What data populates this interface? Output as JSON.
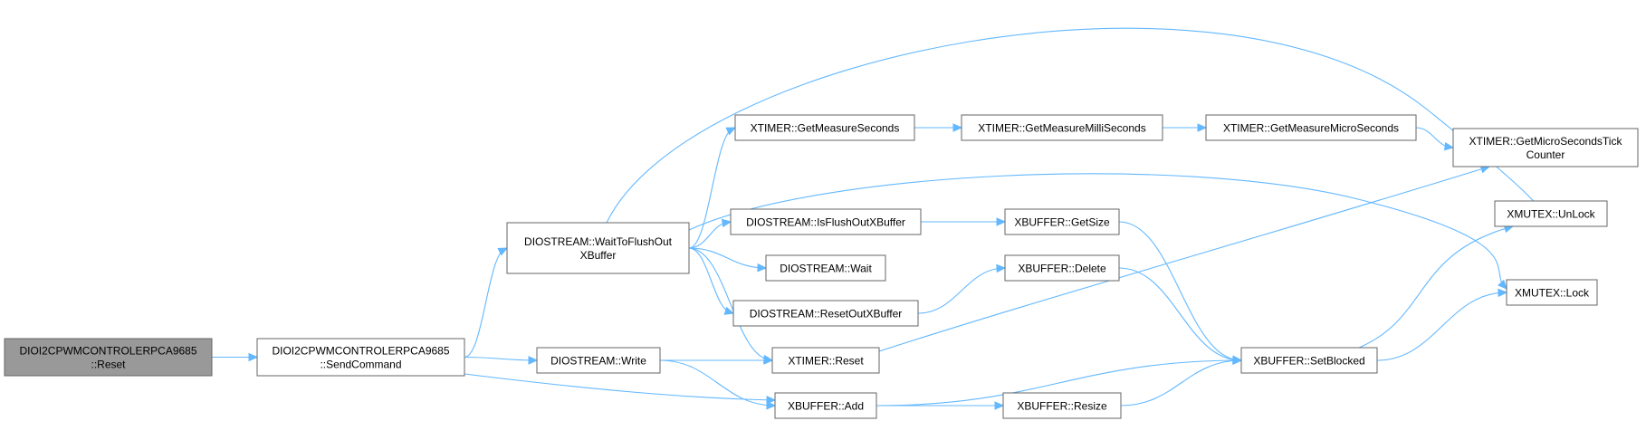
{
  "colors": {
    "edge": "#63b8ff",
    "root_fill": "#999999",
    "node_stroke": "#666666"
  },
  "nodes": {
    "reset_root": {
      "lines": [
        "DIOI2CPWMCONTROLERPCA9685",
        "::Reset"
      ],
      "root": true
    },
    "send_command": {
      "lines": [
        "DIOI2CPWMCONTROLERPCA9685",
        "::SendCommand"
      ]
    },
    "wait_flush": {
      "lines": [
        "DIOSTREAM::WaitToFlushOut",
        "XBuffer"
      ]
    },
    "diostream_write": {
      "lines": [
        "DIOSTREAM::Write"
      ]
    },
    "get_measure_seconds": {
      "lines": [
        "XTIMER::GetMeasureSeconds"
      ]
    },
    "is_flush_out": {
      "lines": [
        "DIOSTREAM::IsFlushOutXBuffer"
      ]
    },
    "diostream_wait": {
      "lines": [
        "DIOSTREAM::Wait"
      ]
    },
    "reset_out_buffer": {
      "lines": [
        "DIOSTREAM::ResetOutXBuffer"
      ]
    },
    "xtimer_reset": {
      "lines": [
        "XTIMER::Reset"
      ]
    },
    "xbuffer_add": {
      "lines": [
        "XBUFFER::Add"
      ]
    },
    "get_measure_milli": {
      "lines": [
        "XTIMER::GetMeasureMilliSeconds"
      ]
    },
    "get_size": {
      "lines": [
        "XBUFFER::GetSize"
      ]
    },
    "xbuffer_delete": {
      "lines": [
        "XBUFFER::Delete"
      ]
    },
    "xbuffer_resize": {
      "lines": [
        "XBUFFER::Resize"
      ]
    },
    "get_measure_micro": {
      "lines": [
        "XTIMER::GetMeasureMicroSeconds"
      ]
    },
    "set_blocked": {
      "lines": [
        "XBUFFER::SetBlocked"
      ]
    },
    "get_micro_tick": {
      "lines": [
        "XTIMER::GetMicroSecondsTick",
        "Counter"
      ]
    },
    "xmutex_unlock": {
      "lines": [
        "XMUTEX::UnLock"
      ]
    },
    "xmutex_lock": {
      "lines": [
        "XMUTEX::Lock"
      ]
    }
  },
  "edges": [
    [
      "reset_root",
      "send_command"
    ],
    [
      "send_command",
      "wait_flush"
    ],
    [
      "send_command",
      "diostream_write"
    ],
    [
      "send_command",
      "xbuffer_add"
    ],
    [
      "wait_flush",
      "get_measure_seconds"
    ],
    [
      "wait_flush",
      "is_flush_out"
    ],
    [
      "wait_flush",
      "diostream_wait"
    ],
    [
      "wait_flush",
      "reset_out_buffer"
    ],
    [
      "wait_flush",
      "xtimer_reset"
    ],
    [
      "wait_flush",
      "xmutex_unlock"
    ],
    [
      "wait_flush",
      "xmutex_lock"
    ],
    [
      "diostream_write",
      "xtimer_reset"
    ],
    [
      "diostream_write",
      "xbuffer_add"
    ],
    [
      "get_measure_seconds",
      "get_measure_milli"
    ],
    [
      "get_measure_milli",
      "get_measure_micro"
    ],
    [
      "get_measure_micro",
      "get_micro_tick"
    ],
    [
      "is_flush_out",
      "get_size"
    ],
    [
      "get_size",
      "set_blocked"
    ],
    [
      "reset_out_buffer",
      "xbuffer_delete"
    ],
    [
      "xbuffer_delete",
      "set_blocked"
    ],
    [
      "xtimer_reset",
      "get_micro_tick"
    ],
    [
      "xbuffer_add",
      "set_blocked"
    ],
    [
      "xbuffer_add",
      "xbuffer_resize"
    ],
    [
      "xbuffer_resize",
      "set_blocked"
    ],
    [
      "set_blocked",
      "xmutex_unlock"
    ],
    [
      "set_blocked",
      "xmutex_lock"
    ]
  ]
}
